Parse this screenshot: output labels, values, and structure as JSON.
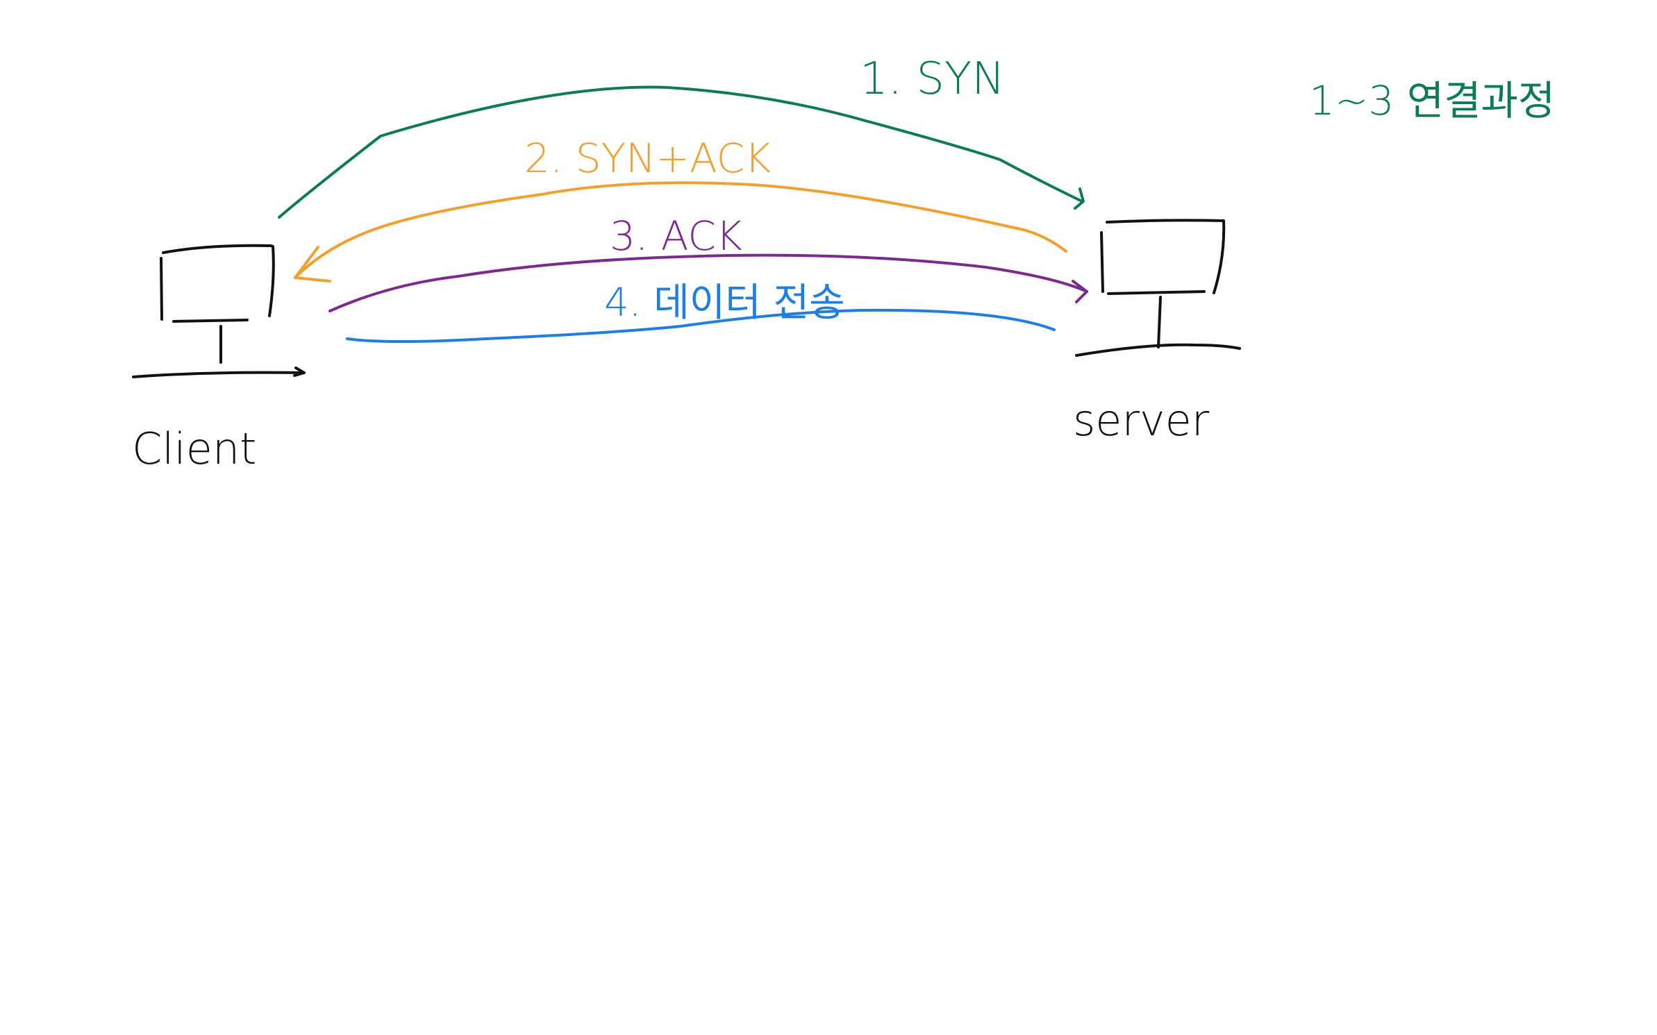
{
  "labels": {
    "client": "Client",
    "server": "server",
    "note": "1~3 연결과정"
  },
  "steps": [
    {
      "text": "1. SYN",
      "direction": "client-to-server",
      "color": "#0e7a56"
    },
    {
      "text": "2. SYN+ACK",
      "direction": "server-to-client",
      "color": "#f0a030"
    },
    {
      "text": "3. ACK",
      "direction": "client-to-server",
      "color": "#7b2b8e"
    },
    {
      "text": "4. 데이터 전송",
      "direction": "both",
      "color": "#1f7ee0"
    }
  ],
  "colors": {
    "ink": "#111111",
    "background": "#ffffff"
  }
}
